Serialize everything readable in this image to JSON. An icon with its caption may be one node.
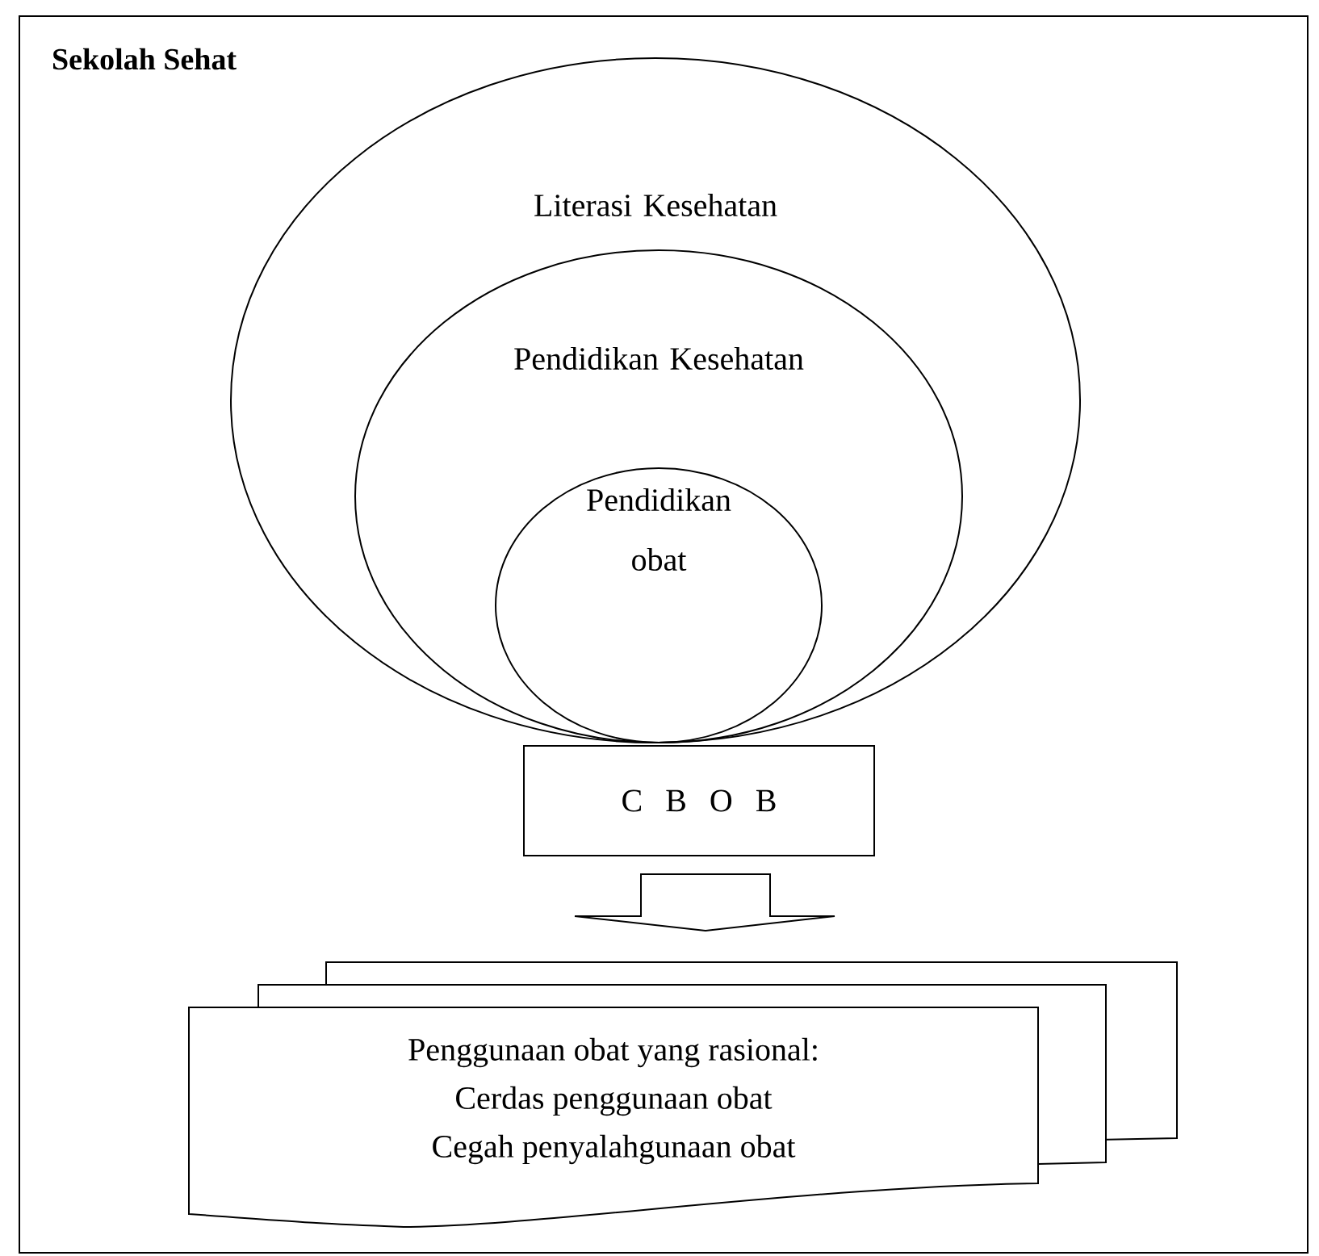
{
  "diagram": {
    "title": "Sekolah Sehat",
    "nodes": [
      {
        "text": [],
        "shape": "box"
      },
      {
        "text": [
          "Literasi Kesehatan"
        ],
        "in": 0
      },
      {
        "text": [
          "Pendidikan Kesehatan"
        ],
        "in": 1
      },
      {
        "text": [
          "Pendidikan obat"
        ],
        "in": 2
      },
      {
        "text": [
          "C B O B"
        ],
        "in": 0
      },
      {
        "text": [
          "Penggunaan obat yang rasional:",
          "Cerdas penggunaan obat",
          "Cegah penyalahgunaan obat"
        ],
        "in": 0
      }
    ],
    "edges": [
      {
        "from": 4,
        "to": 5,
        "arrow": "to"
      }
    ]
  }
}
